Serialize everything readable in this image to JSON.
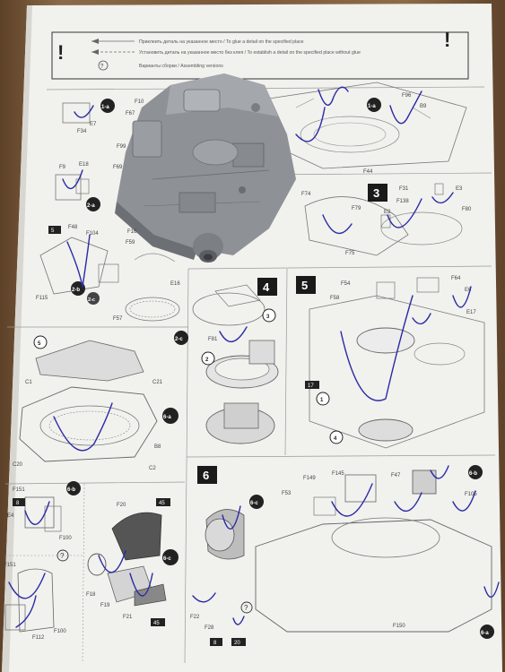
{
  "header": {
    "warning_left": "!",
    "warning_right": "!",
    "glue_line": "Приклеить деталь на указанное место / To glue a detail on the specified place",
    "noglue_line": "Установить деталь на указанное место без клея / To establish a detail on the specified place without glue",
    "variants_line": "Варианты сборки / Assembling versions",
    "question_glyph": "?"
  },
  "steps": {
    "s3": "3",
    "s4": "4",
    "s5": "5",
    "s6": "6"
  },
  "badges": {
    "b1a": "1-a",
    "b1b": "1-a",
    "b2a": "2-a",
    "b2b": "2-b",
    "b2c": "2-c",
    "b2c2": "2-c",
    "b6a": "6-a",
    "b6b": "6-b",
    "b6c": "6-c",
    "b6b2": "6-b",
    "b6c2": "6-c",
    "b6a2": "6-a",
    "n1": "1",
    "n2": "2",
    "n3": "3",
    "n4": "4",
    "n5": "5"
  },
  "stars": {
    "st1": "5",
    "st2": "17",
    "st3": "8",
    "st4": "45",
    "st5": "45",
    "st6": "8",
    "st7": "20"
  },
  "parts": {
    "p1": "F34",
    "p2": "E7",
    "p3": "F9",
    "p4": "E18",
    "p5": "F48",
    "p6": "F104",
    "p7": "F115",
    "p8": "F16",
    "p9": "F59",
    "p10": "F57",
    "p11": "E16",
    "p12": "F10",
    "p13": "F67",
    "p14": "F99",
    "p15": "F69",
    "p16": "F44",
    "p17": "F96",
    "p18": "B9",
    "p19": "F31",
    "p20": "F138",
    "p21": "E2",
    "p22": "E3",
    "p23": "F80",
    "p24": "F79",
    "p25": "F75",
    "p26": "F74",
    "p27": "F81",
    "p28": "F54",
    "p29": "F58",
    "p30": "F64",
    "p31": "E6",
    "p32": "E17",
    "p33": "C1",
    "p34": "C21",
    "p35": "C20",
    "p36": "B8",
    "p37": "C2",
    "p38": "F151",
    "p39": "E4",
    "p40": "F100",
    "p41": "F20",
    "p42": "F18",
    "p43": "F19",
    "p44": "F21",
    "p45": "F151",
    "p46": "F112",
    "p47": "F100",
    "p48": "F149",
    "p49": "F145",
    "p50": "F47",
    "p51": "F53",
    "p52": "F105",
    "p53": "F22",
    "p54": "F28",
    "p55": "F150"
  },
  "colors": {
    "paper": "#f1f1ee",
    "ink": "#2a2aa6",
    "model_grey": "#8e9196",
    "step_box": "#1a1a1a",
    "table": "#7a5a3c"
  }
}
